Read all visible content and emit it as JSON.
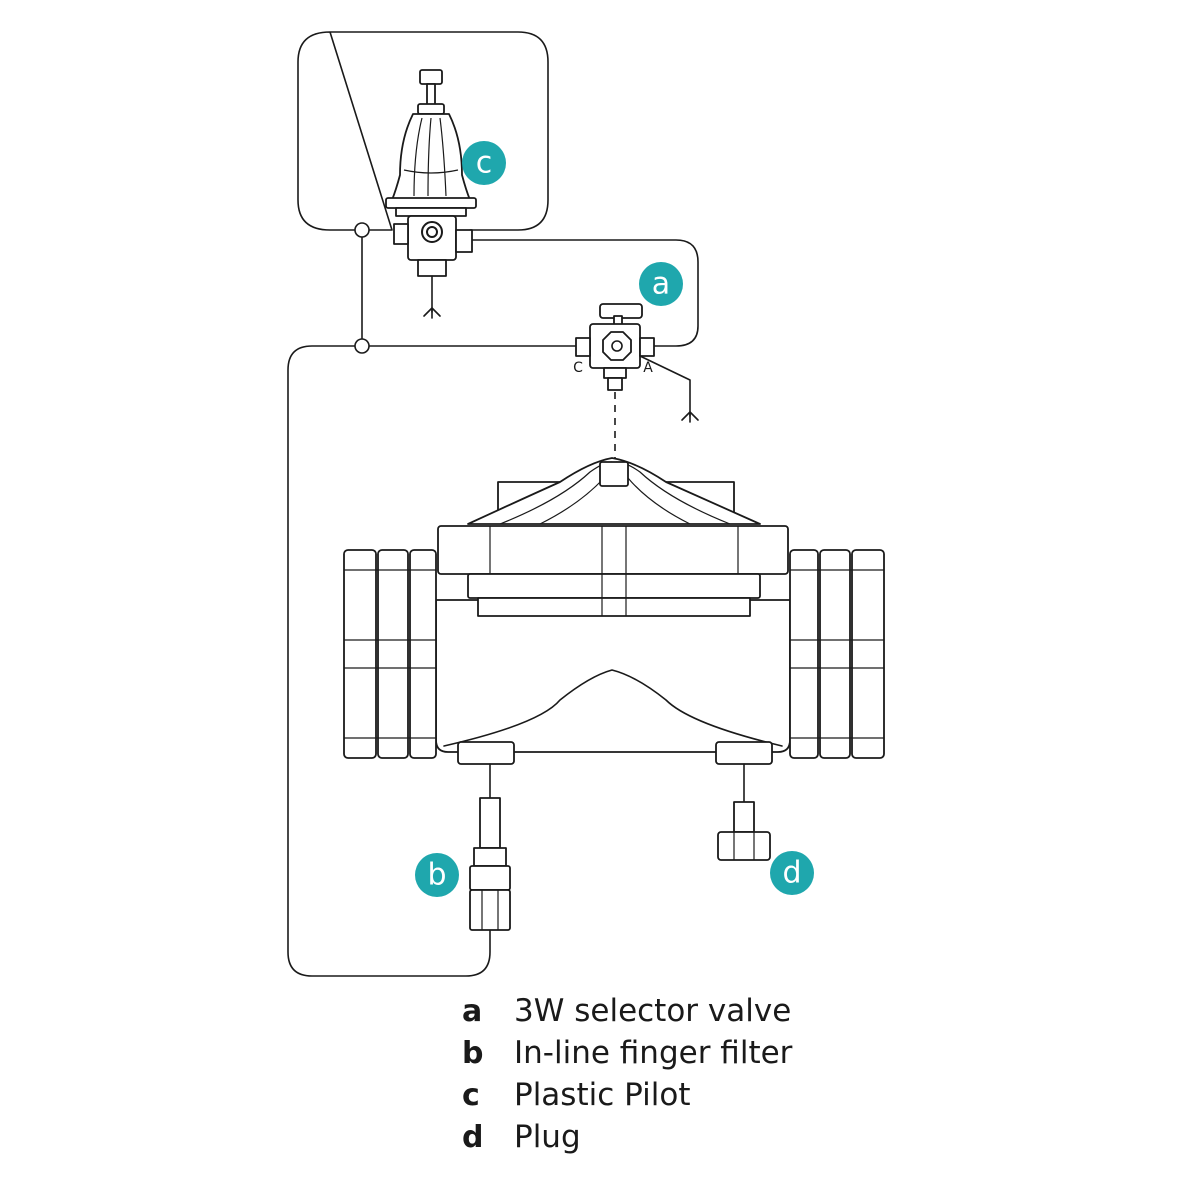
{
  "callouts": [
    {
      "id": "a",
      "letter": "a"
    },
    {
      "id": "b",
      "letter": "b"
    },
    {
      "id": "c",
      "letter": "c"
    },
    {
      "id": "d",
      "letter": "d"
    }
  ],
  "ports": {
    "left": "C",
    "right": "A"
  },
  "legend": [
    {
      "key": "a",
      "label": "3W selector valve"
    },
    {
      "key": "b",
      "label": "In-line finger filter"
    },
    {
      "key": "c",
      "label": "Plastic Pilot"
    },
    {
      "key": "d",
      "label": "Plug"
    }
  ],
  "colors": {
    "accent": "#1fa7ad",
    "line": "#1a1a1a"
  }
}
